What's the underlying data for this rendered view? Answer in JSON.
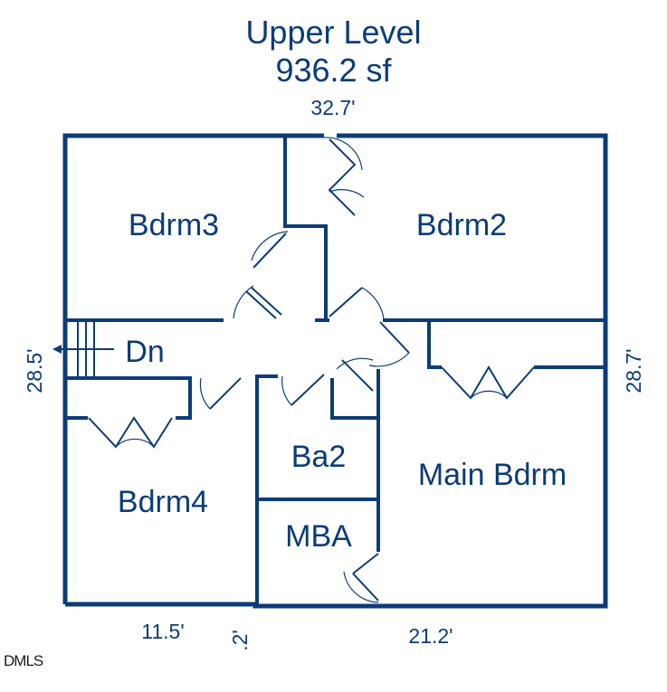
{
  "header": {
    "title": "Upper Level",
    "area": "936.2 sf"
  },
  "rooms": {
    "bdrm3": "Bdrm3",
    "bdrm2": "Bdrm2",
    "dn": "Dn",
    "ba2": "Ba2",
    "main_bdrm": "Main Bdrm",
    "bdrm4": "Bdrm4",
    "mba": "MBA"
  },
  "dimensions": {
    "top": "32.7'",
    "left": "28.5'",
    "right": "28.7'",
    "bottom_left": "11.5'",
    "bottom_mid": ".2'",
    "bottom_right": "21.2'"
  },
  "watermark": "DMLS",
  "colors": {
    "ink": "#0b3c78",
    "background": "#ffffff"
  }
}
